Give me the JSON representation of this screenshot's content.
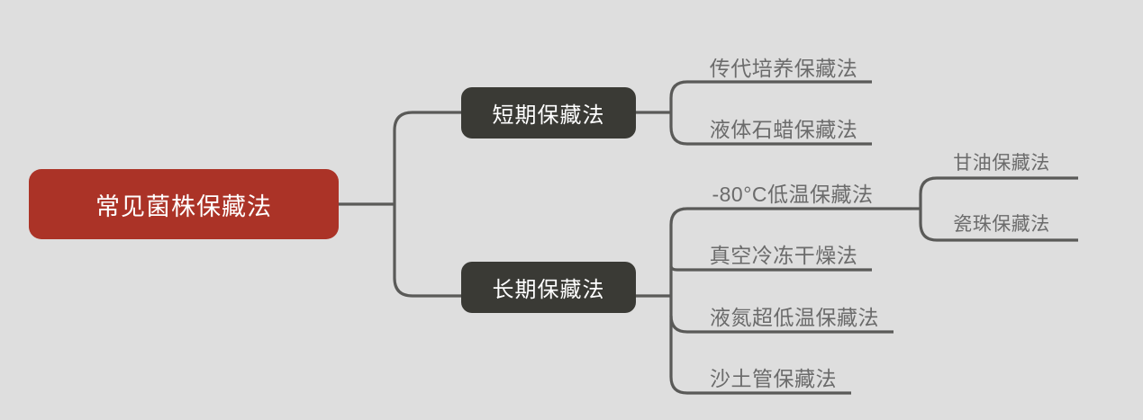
{
  "diagram": {
    "type": "mind-map",
    "title": "常见菌株保藏法",
    "background_color": "#dedede",
    "root_color": "#ab3327",
    "branch_color": "#3a3a35",
    "leaf_text_color": "#6b6b6b",
    "connector_color": "#5a5a58",
    "root": {
      "label": "常见菌株保藏法",
      "children": [
        {
          "label": "短期保藏法",
          "children": [
            {
              "label": "传代培养保藏法"
            },
            {
              "label": "液体石蜡保藏法"
            }
          ]
        },
        {
          "label": "长期保藏法",
          "children": [
            {
              "label": "-80°C低温保藏法",
              "children": [
                {
                  "label": "甘油保藏法"
                },
                {
                  "label": "瓷珠保藏法"
                }
              ]
            },
            {
              "label": "真空冷冻干燥法"
            },
            {
              "label": "液氮超低温保藏法"
            },
            {
              "label": "沙土管保藏法"
            }
          ]
        }
      ]
    }
  },
  "nodes": {
    "root": "常见菌株保藏法",
    "short_term": "短期保藏法",
    "long_term": "长期保藏法",
    "subculture": "传代培养保藏法",
    "paraffin": "液体石蜡保藏法",
    "minus80": "-80°C低温保藏法",
    "freeze_dry": "真空冷冻干燥法",
    "liquid_nitrogen": "液氮超低温保藏法",
    "sand_tube": "沙土管保藏法",
    "glycerol": "甘油保藏法",
    "ceramic_bead": "瓷珠保藏法"
  }
}
